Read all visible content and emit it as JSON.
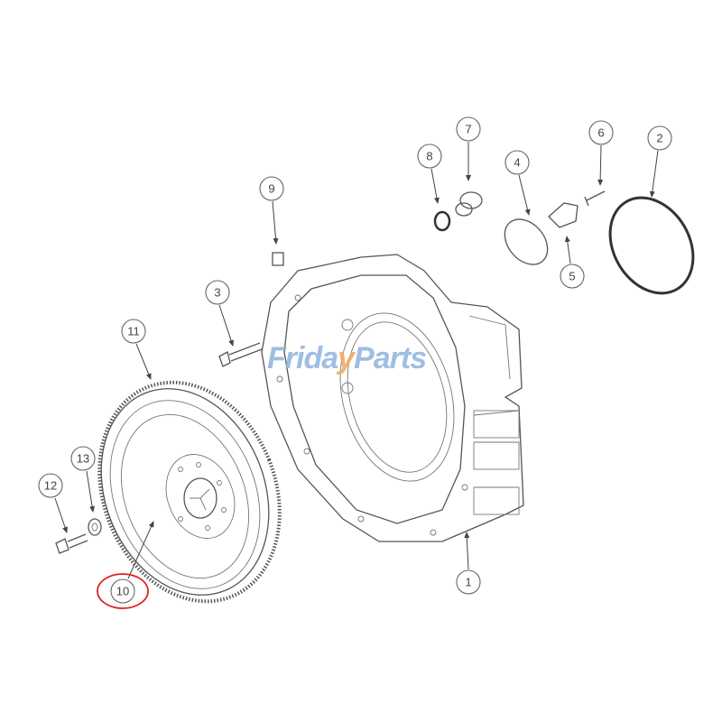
{
  "diagram": {
    "callouts": [
      {
        "label": "1",
        "part": "flywheel-housing"
      },
      {
        "label": "2",
        "part": "o-ring"
      },
      {
        "label": "3",
        "part": "housing-bolt"
      },
      {
        "label": "4",
        "part": "cover-plate"
      },
      {
        "label": "5",
        "part": "bracket"
      },
      {
        "label": "6",
        "part": "bracket-screw"
      },
      {
        "label": "7",
        "part": "plug-fitting"
      },
      {
        "label": "8",
        "part": "seal-ring"
      },
      {
        "label": "9",
        "part": "dowel-plug"
      },
      {
        "label": "10",
        "part": "flywheel"
      },
      {
        "label": "11",
        "part": "ring-gear"
      },
      {
        "label": "12",
        "part": "flywheel-bolt"
      },
      {
        "label": "13",
        "part": "washer"
      }
    ],
    "highlighted_callout": "10",
    "highlight_color": "#e02020",
    "line_color": "#555555"
  },
  "watermark": {
    "text_left": "Frida",
    "text_mid": "y",
    "text_right": "Parts",
    "color": "#8fb3dc",
    "accent": "#f0a860"
  }
}
